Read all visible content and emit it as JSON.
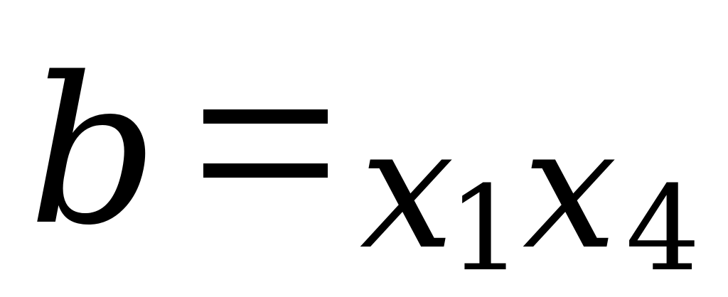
{
  "formula": {
    "lhs": "b",
    "operator": "=",
    "term1_var": "x",
    "term1_sub": "1",
    "term2_var": "x",
    "term2_sub": "4"
  },
  "colors": {
    "text": "#000000",
    "background": "#ffffff"
  }
}
